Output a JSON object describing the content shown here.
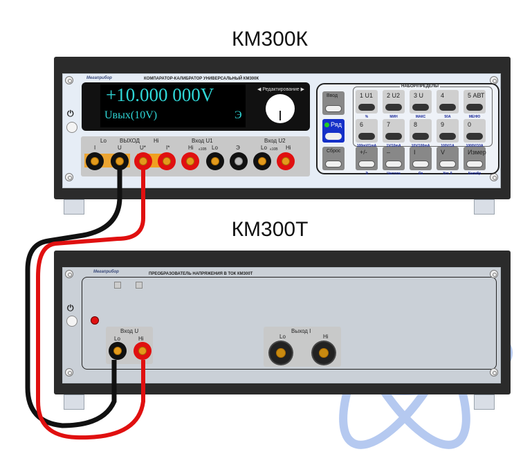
{
  "device1": {
    "title": "КМ300К",
    "panel_label": "КОМПАРАТОР-КАЛИБРАТОР УНИВЕРСАЛЬНЫЙ КМ300К",
    "logo": "Мегаприбор",
    "display_main": "+10.000  000V",
    "display_mode": "Uвых(10V)",
    "display_flag": "Э",
    "edit_label": "◀ Редактирование ▶",
    "terminals": {
      "output_group": "ВЫХОД",
      "lo": "Lo",
      "hi": "Hi",
      "labels": [
        "I",
        "U",
        "U*",
        "I*"
      ],
      "in1_group": "Вход U1",
      "in1_hi": "Hi",
      "in1_lo": "Lo",
      "in1_limit": "≤10В",
      "ground": "Э",
      "in2_group": "Вход U2",
      "in2_lo": "Lo",
      "in2_hi": "Hi",
      "in2_limit": "≤10В"
    },
    "keypad": {
      "group_title": "НАБОР/ПРЕДЕЛЫ",
      "enter": "Ввод",
      "row": "Ряд",
      "reset": "Сброс",
      "row1": [
        {
          "t": "1  U1",
          "s": "%"
        },
        {
          "t": "2  U2",
          "s": "МИН"
        },
        {
          "t": "3   U",
          "s": "МАКС"
        },
        {
          "t": "4",
          "s": "50A"
        },
        {
          "t": "5 АВТ",
          "s": "МЕНЮ"
        }
      ],
      "row2": [
        {
          "t": "6",
          "s": "100mV/1mA"
        },
        {
          "t": "7",
          "s": "1V/10mA"
        },
        {
          "t": "8",
          "s": "10V/100mA"
        },
        {
          "t": "9",
          "s": "100V/1A"
        },
        {
          "t": "0",
          "s": "1000V/10A"
        }
      ],
      "row3": [
        {
          "t": "+/-",
          "s": "Э"
        },
        {
          "t": "–",
          "s": "Частота"
        },
        {
          "t": "I",
          "s": "Ок"
        },
        {
          "t": "V",
          "s": "Уст. 0"
        },
        {
          "t": "Измер",
          "s": "Калибр"
        }
      ]
    }
  },
  "device2": {
    "title": "КМ300Т",
    "panel_label": "ПРЕОБРАЗОВАТЕЛЬ НАПРЯЖЕНИЯ В ТОК КМ300Т",
    "logo": "Мегаприбор",
    "input_group": "Вход U",
    "in_lo": "Lo",
    "in_hi": "Hi",
    "output_group": "Выход I",
    "out_lo": "Lo",
    "out_hi": "Hi"
  },
  "colors": {
    "display_text": "#2fd6d6",
    "cable_red": "#e01010",
    "cable_black": "#111111",
    "atom": "#8fb0e8"
  }
}
